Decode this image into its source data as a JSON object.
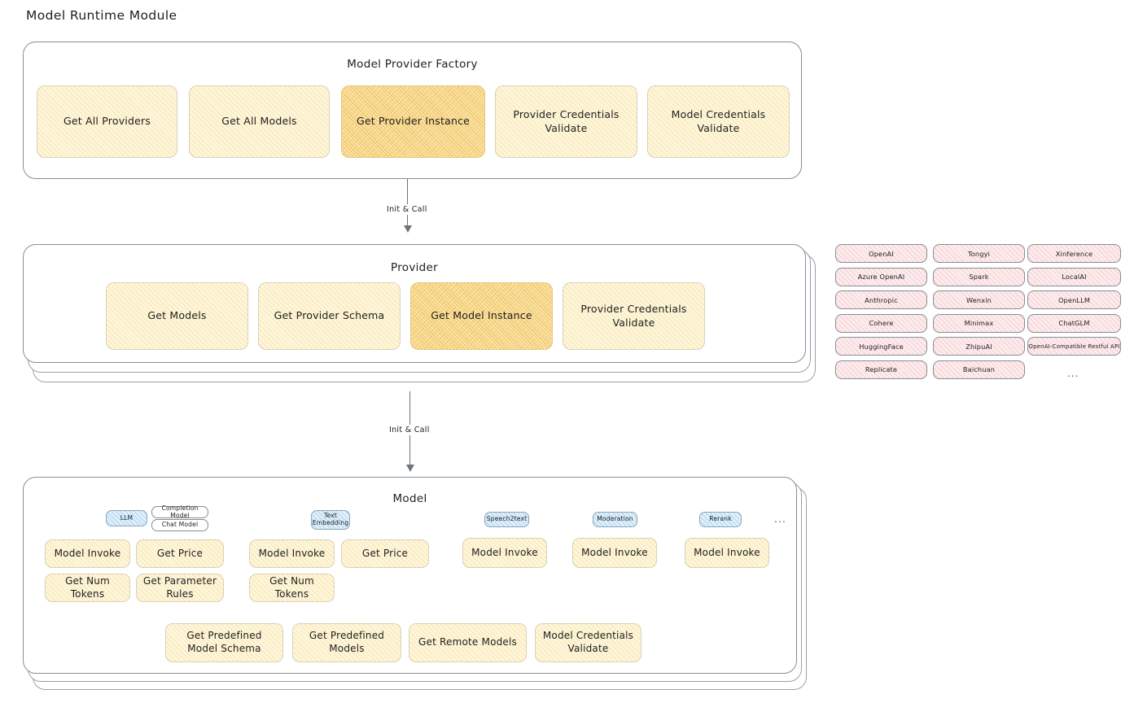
{
  "title": "Model Runtime Module",
  "colors": {
    "box_fill": "#fdf6dd",
    "box_highlight_fill": "#fbe5ae",
    "tag_blue_fill": "#dff0fb",
    "chip_pink_fill": "#fdeced",
    "stroke": "#868e96",
    "text": "#1e1e1e"
  },
  "factory": {
    "title": "Model Provider Factory",
    "boxes": [
      {
        "label": "Get All Providers",
        "highlight": false
      },
      {
        "label": "Get All Models",
        "highlight": false
      },
      {
        "label": "Get Provider Instance",
        "highlight": true
      },
      {
        "label": "Provider Credentials Validate",
        "highlight": false
      },
      {
        "label": "Model Credentials Validate",
        "highlight": false
      }
    ]
  },
  "arrow_top": {
    "label": "Init & Call"
  },
  "provider": {
    "title": "Provider",
    "boxes": [
      {
        "label": "Get Models",
        "highlight": false
      },
      {
        "label": "Get Provider Schema",
        "highlight": false
      },
      {
        "label": "Get Model Instance",
        "highlight": true
      },
      {
        "label": "Provider Credentials Validate",
        "highlight": false
      }
    ]
  },
  "arrow_bottom": {
    "label": "Init & Call"
  },
  "provider_list": {
    "columns": [
      [
        "OpenAI",
        "Azure OpenAI",
        "Anthropic",
        "Cohere",
        "HuggingFace",
        "Replicate"
      ],
      [
        "Tongyi",
        "Spark",
        "Wenxin",
        "Minimax",
        "ZhipuAI",
        "Baichuan"
      ],
      [
        "Xinference",
        "LocalAI",
        "OpenLLM",
        "ChatGLM",
        "OpenAI-Compatible Restful API"
      ]
    ],
    "ellipsis": "..."
  },
  "model": {
    "title": "Model",
    "ellipsis": "...",
    "types": [
      {
        "name": "LLM",
        "subtags": [
          "Completion Model",
          "Chat Model"
        ],
        "methods": [
          {
            "label": "Model Invoke",
            "highlight": true
          },
          {
            "label": "Get Price",
            "highlight": false
          },
          {
            "label": "Get Num Tokens",
            "highlight": false
          },
          {
            "label": "Get Parameter Rules",
            "highlight": false
          }
        ]
      },
      {
        "name": "Text Embedding",
        "subtags": [],
        "methods": [
          {
            "label": "Model Invoke",
            "highlight": true
          },
          {
            "label": "Get Price",
            "highlight": false
          },
          {
            "label": "Get Num Tokens",
            "highlight": false
          }
        ]
      },
      {
        "name": "Speech2text",
        "subtags": [],
        "methods": [
          {
            "label": "Model Invoke",
            "highlight": true
          }
        ]
      },
      {
        "name": "Moderation",
        "subtags": [],
        "methods": [
          {
            "label": "Model Invoke",
            "highlight": true
          }
        ]
      },
      {
        "name": "Rerank",
        "subtags": [],
        "methods": [
          {
            "label": "Model Invoke",
            "highlight": true
          }
        ]
      }
    ],
    "common_methods": [
      {
        "label": "Get Predefined Model Schema"
      },
      {
        "label": "Get Predefined Models"
      },
      {
        "label": "Get Remote Models"
      },
      {
        "label": "Model Credentials Validate"
      }
    ]
  }
}
